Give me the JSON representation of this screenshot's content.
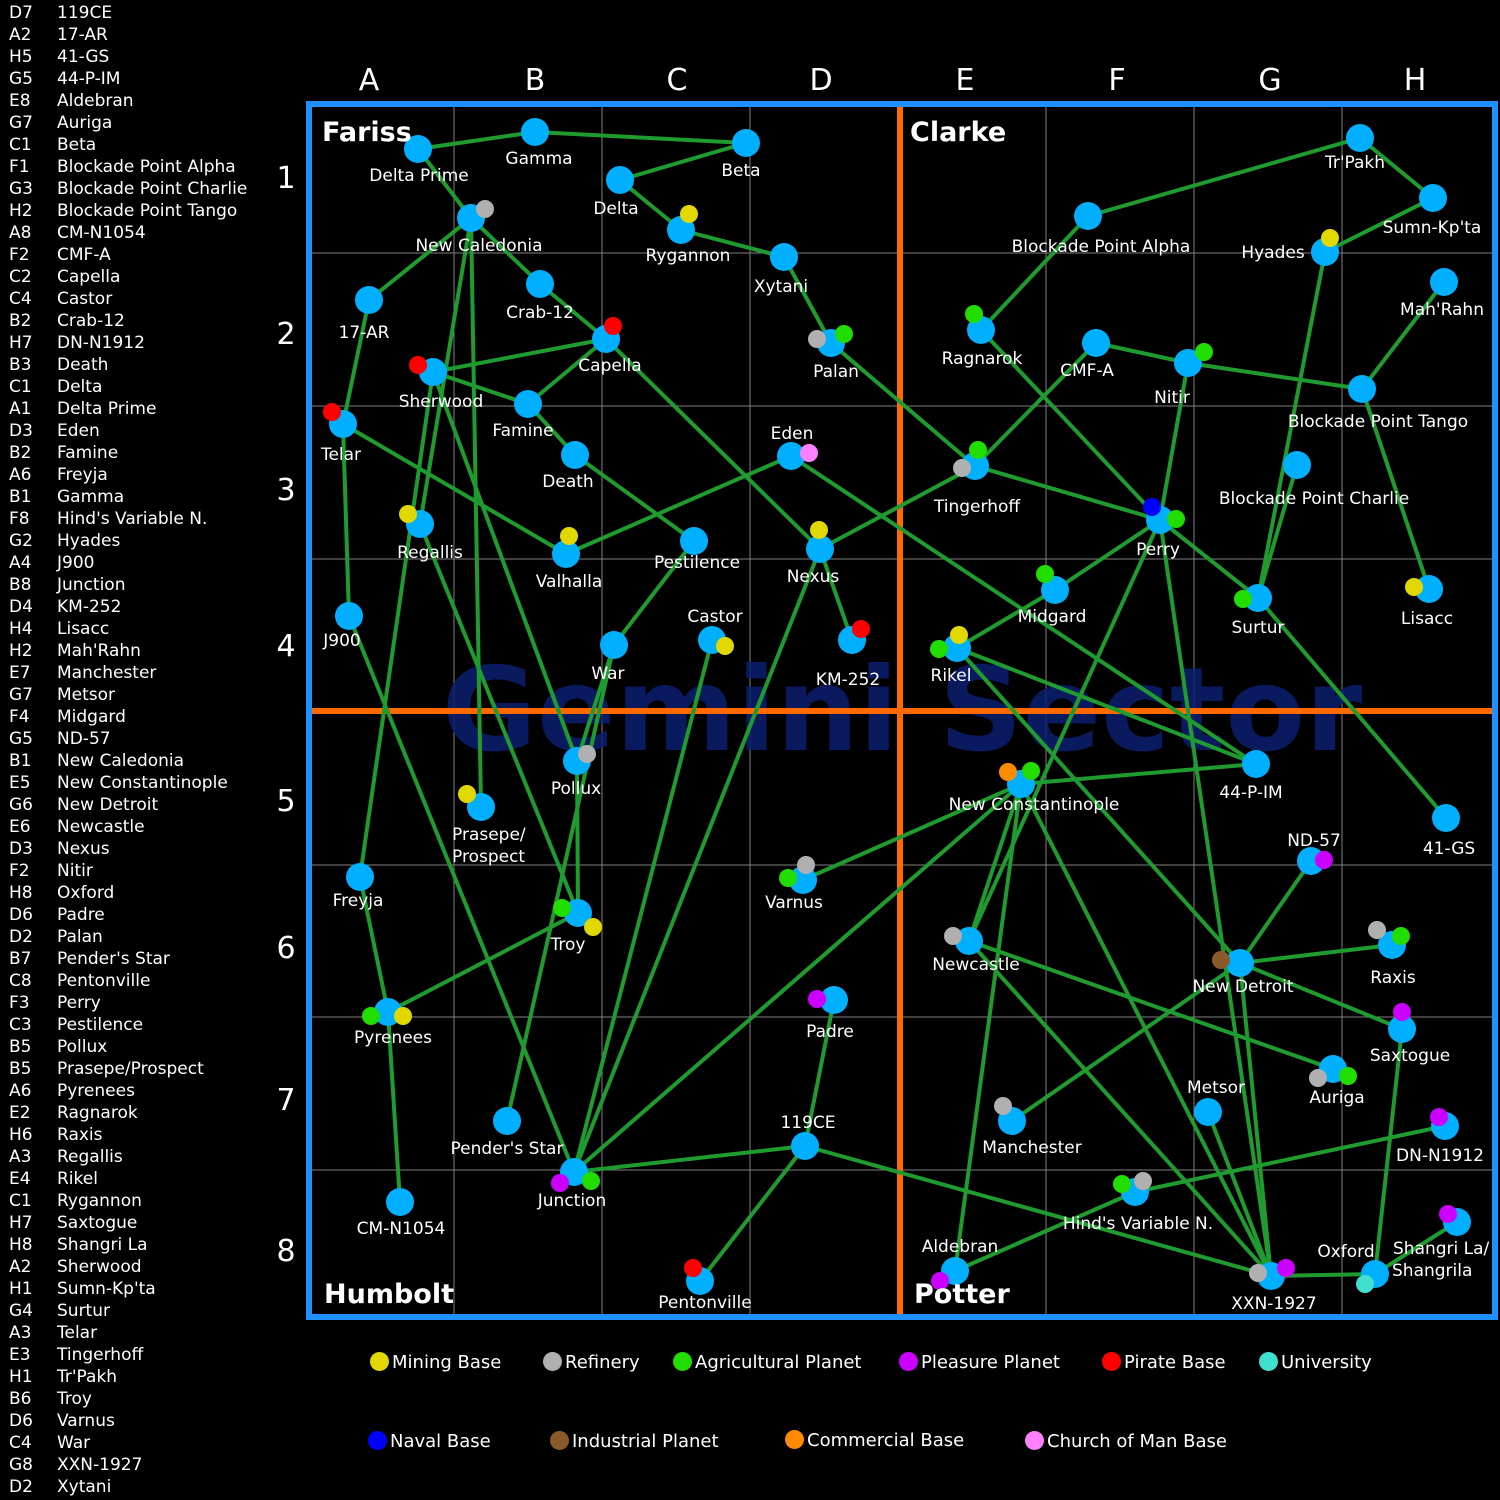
{
  "map": {
    "title": "Gemini Sector",
    "columns": [
      "A",
      "B",
      "C",
      "D",
      "E",
      "F",
      "G",
      "H"
    ],
    "rows": [
      "1",
      "2",
      "3",
      "4",
      "5",
      "6",
      "7",
      "8"
    ],
    "quadrants": [
      "Fariss",
      "Clarke",
      "Humbolt",
      "Potter"
    ],
    "colors": {
      "frame": "#1e90ff",
      "divider": "#ff6a00",
      "route": "#1f9b2f",
      "system": "#00b0ff",
      "grid": "#888888"
    }
  },
  "index": [
    {
      "code": "D7",
      "name": "119CE"
    },
    {
      "code": "A2",
      "name": "17-AR"
    },
    {
      "code": "H5",
      "name": "41-GS"
    },
    {
      "code": "G5",
      "name": "44-P-IM"
    },
    {
      "code": "E8",
      "name": "Aldebran"
    },
    {
      "code": "G7",
      "name": "Auriga"
    },
    {
      "code": "C1",
      "name": "Beta"
    },
    {
      "code": "F1",
      "name": "Blockade Point Alpha"
    },
    {
      "code": "G3",
      "name": "Blockade Point Charlie"
    },
    {
      "code": "H2",
      "name": "Blockade Point Tango"
    },
    {
      "code": "A8",
      "name": "CM-N1054"
    },
    {
      "code": "F2",
      "name": "CMF-A"
    },
    {
      "code": "C2",
      "name": "Capella"
    },
    {
      "code": "C4",
      "name": "Castor"
    },
    {
      "code": "B2",
      "name": "Crab-12"
    },
    {
      "code": "H7",
      "name": "DN-N1912"
    },
    {
      "code": "B3",
      "name": "Death"
    },
    {
      "code": "C1",
      "name": "Delta"
    },
    {
      "code": "A1",
      "name": "Delta Prime"
    },
    {
      "code": "D3",
      "name": "Eden"
    },
    {
      "code": "B2",
      "name": "Famine"
    },
    {
      "code": "A6",
      "name": "Freyja"
    },
    {
      "code": "B1",
      "name": "Gamma"
    },
    {
      "code": "F8",
      "name": "Hind's Variable N."
    },
    {
      "code": "G2",
      "name": "Hyades"
    },
    {
      "code": "A4",
      "name": "J900"
    },
    {
      "code": "B8",
      "name": "Junction"
    },
    {
      "code": "D4",
      "name": "KM-252"
    },
    {
      "code": "H4",
      "name": "Lisacc"
    },
    {
      "code": "H2",
      "name": "Mah'Rahn"
    },
    {
      "code": "E7",
      "name": "Manchester"
    },
    {
      "code": "G7",
      "name": "Metsor"
    },
    {
      "code": "F4",
      "name": "Midgard"
    },
    {
      "code": "G5",
      "name": "ND-57"
    },
    {
      "code": "B1",
      "name": "New Caledonia"
    },
    {
      "code": "E5",
      "name": "New Constantinople"
    },
    {
      "code": "G6",
      "name": "New Detroit"
    },
    {
      "code": "E6",
      "name": "Newcastle"
    },
    {
      "code": "D3",
      "name": "Nexus"
    },
    {
      "code": "F2",
      "name": "Nitir"
    },
    {
      "code": "H8",
      "name": "Oxford"
    },
    {
      "code": "D6",
      "name": "Padre"
    },
    {
      "code": "D2",
      "name": "Palan"
    },
    {
      "code": "B7",
      "name": "Pender's Star"
    },
    {
      "code": "C8",
      "name": "Pentonville"
    },
    {
      "code": "F3",
      "name": "Perry"
    },
    {
      "code": "C3",
      "name": "Pestilence"
    },
    {
      "code": "B5",
      "name": "Pollux"
    },
    {
      "code": "B5",
      "name": "Prasepe/Prospect"
    },
    {
      "code": "A6",
      "name": "Pyrenees"
    },
    {
      "code": "E2",
      "name": "Ragnarok"
    },
    {
      "code": "H6",
      "name": "Raxis"
    },
    {
      "code": "A3",
      "name": "Regallis"
    },
    {
      "code": "E4",
      "name": "Rikel"
    },
    {
      "code": "C1",
      "name": "Rygannon"
    },
    {
      "code": "H7",
      "name": "Saxtogue"
    },
    {
      "code": "H8",
      "name": "Shangri La"
    },
    {
      "code": "A2",
      "name": "Sherwood"
    },
    {
      "code": "H1",
      "name": "Sumn-Kp'ta"
    },
    {
      "code": "G4",
      "name": "Surtur"
    },
    {
      "code": "A3",
      "name": "Telar"
    },
    {
      "code": "E3",
      "name": "Tingerhoff"
    },
    {
      "code": "H1",
      "name": "Tr'Pakh"
    },
    {
      "code": "B6",
      "name": "Troy"
    },
    {
      "code": "D6",
      "name": "Varnus"
    },
    {
      "code": "C4",
      "name": "War"
    },
    {
      "code": "G8",
      "name": "XXN-1927"
    },
    {
      "code": "D2",
      "name": "Xytani"
    }
  ],
  "legend": [
    {
      "label": "Mining Base",
      "color": "#e0d800"
    },
    {
      "label": "Refinery",
      "color": "#b0b0b0"
    },
    {
      "label": "Agricultural Planet",
      "color": "#22dd00"
    },
    {
      "label": "Pleasure Planet",
      "color": "#cc00ff"
    },
    {
      "label": "Pirate Base",
      "color": "#ff0000"
    },
    {
      "label": "University",
      "color": "#40e0d0"
    },
    {
      "label": "Naval Base",
      "color": "#0000ff"
    },
    {
      "label": "Industrial Planet",
      "color": "#8b5a2b"
    },
    {
      "label": "Commercial Base",
      "color": "#ff8c00"
    },
    {
      "label": "Church of Man Base",
      "color": "#ff80ff"
    }
  ],
  "systems": {
    "delta_prime": "Delta Prime",
    "gamma": "Gamma",
    "beta": "Beta",
    "delta": "Delta",
    "new_caledonia": "New Caledonia",
    "rygannon": "Rygannon",
    "xytani": "Xytani",
    "17ar": "17-AR",
    "crab12": "Crab-12",
    "capella": "Capella",
    "sherwood": "Sherwood",
    "famine": "Famine",
    "palan": "Palan",
    "telar": "Telar",
    "death": "Death",
    "eden": "Eden",
    "regallis": "Regallis",
    "valhalla": "Valhalla",
    "pestilence": "Pestilence",
    "nexus": "Nexus",
    "j900": "J900",
    "war": "War",
    "castor": "Castor",
    "km252": "KM-252",
    "pollux": "Pollux",
    "prasepe": "Prasepe/",
    "prasepe2": "Prospect",
    "freyja": "Freyja",
    "troy": "Troy",
    "varnus": "Varnus",
    "pyrenees": "Pyrenees",
    "padre": "Padre",
    "penders_star": "Pender's Star",
    "junction": "Junction",
    "119ce": "119CE",
    "cm_n1054": "CM-N1054",
    "pentonville": "Pentonville",
    "trpakh": "Tr'Pakh",
    "sumn_kpta": "Sumn-Kp'ta",
    "bp_alpha": "Blockade Point Alpha",
    "hyades": "Hyades",
    "mahrahn": "Mah'Rahn",
    "ragnarok": "Ragnarok",
    "cmfa": "CMF-A",
    "nitir": "Nitir",
    "bp_tango": "Blockade Point Tango",
    "tingerhoff": "Tingerhoff",
    "bp_charlie": "Blockade Point Charlie",
    "perry": "Perry",
    "midgard": "Midgard",
    "surtur": "Surtur",
    "lisacc": "Lisacc",
    "rikel": "Rikel",
    "44pim": "44-P-IM",
    "new_constantinople": "New Constantinople",
    "41gs": "41-GS",
    "nd57": "ND-57",
    "newcastle": "Newcastle",
    "new_detroit": "New Detroit",
    "raxis": "Raxis",
    "saxtogue": "Saxtogue",
    "auriga": "Auriga",
    "metsor": "Metsor",
    "manchester": "Manchester",
    "dn_n1912": "DN-N1912",
    "hinds": "Hind's Variable N.",
    "aldebran": "Aldebran",
    "xxn1927": "XXN-1927",
    "oxford": "Oxford",
    "shangri": "Shangri La/",
    "shangri2": "Shangrila"
  }
}
